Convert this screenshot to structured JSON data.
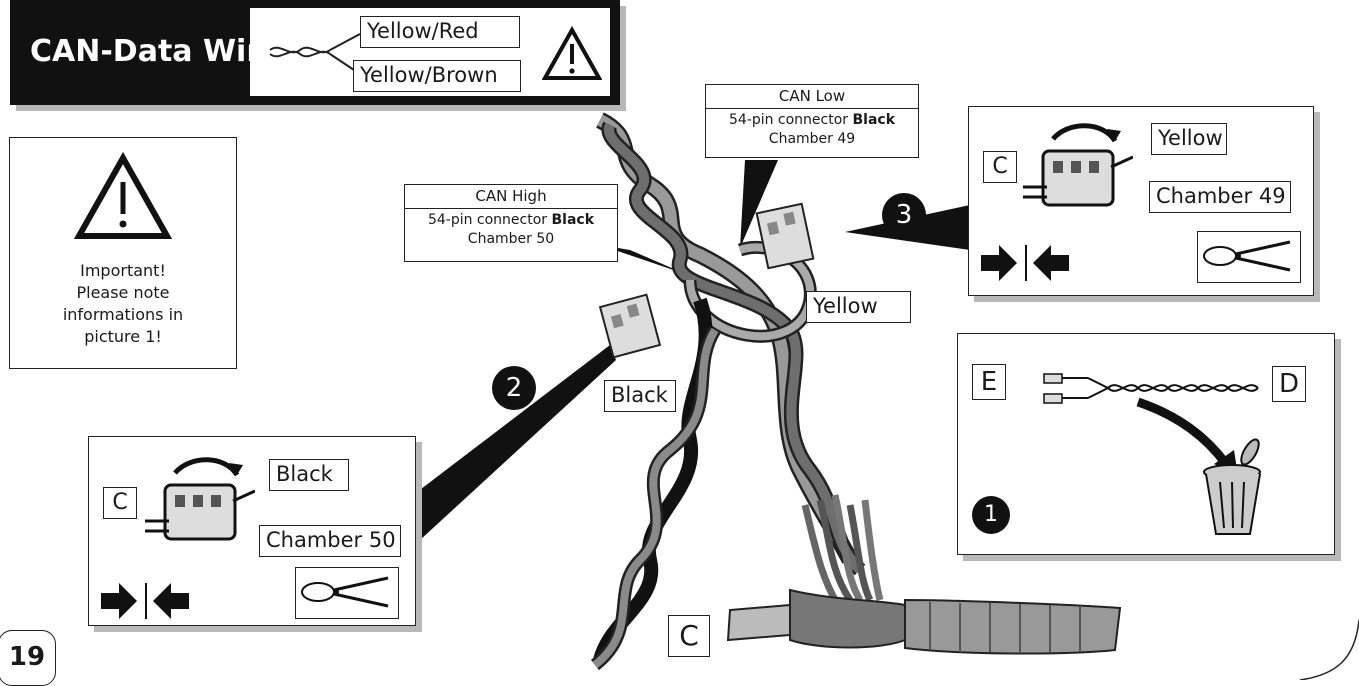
{
  "header": {
    "title": "CAN-Data Wire",
    "wire_color_1": "Yellow/Red",
    "wire_color_2": "Yellow/Brown"
  },
  "important_note": {
    "line1": "Important!",
    "line2": "Please note",
    "line3": "informations in",
    "line4": "picture 1!"
  },
  "can_low": {
    "title": "CAN Low",
    "connector": "54-pin connector",
    "connector_color": "Black",
    "chamber": "Chamber 49"
  },
  "can_high": {
    "title": "CAN High",
    "connector": "54-pin connector",
    "connector_color": "Black",
    "chamber": "Chamber 50"
  },
  "wire_labels": {
    "yellow": "Yellow",
    "black": "Black"
  },
  "step3": {
    "number": "3",
    "letter": "C",
    "wire": "Yellow",
    "chamber": "Chamber 49"
  },
  "step2": {
    "number": "2",
    "letter": "C",
    "wire": "Black",
    "chamber": "Chamber 50"
  },
  "step1": {
    "number": "1",
    "letter_left": "E",
    "letter_right": "D"
  },
  "bottom_letter": "C",
  "page_number": "19",
  "colors": {
    "black": "#111111",
    "dark_wire": "#3a3a3a",
    "grey_wire": "#8a8a8a",
    "shadow": "#b8b8b8"
  }
}
